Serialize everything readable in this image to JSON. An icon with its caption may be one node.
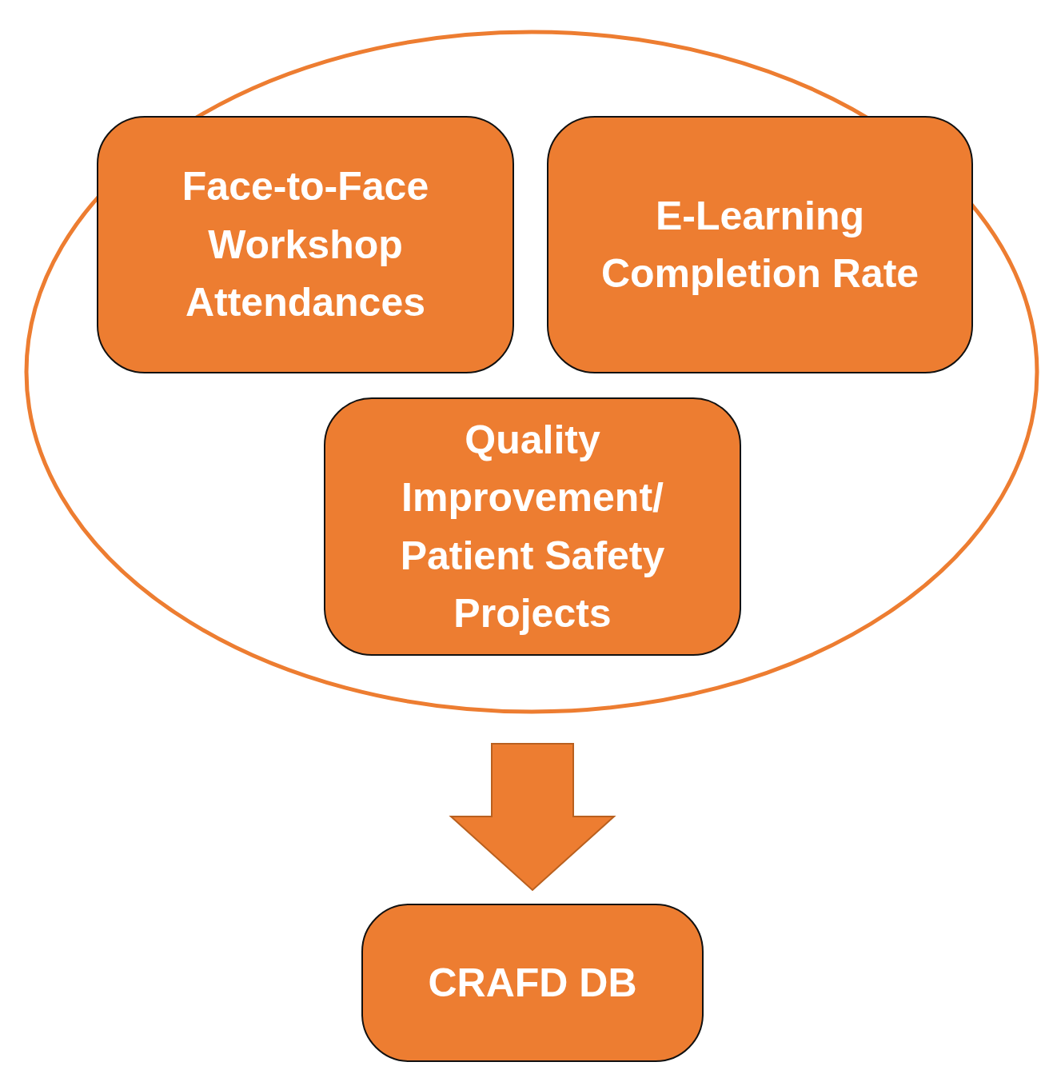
{
  "diagram": {
    "nodes": [
      {
        "text": [],
        "shape": "ellipse"
      },
      {
        "text": [
          "Face-to-Face Workshop Attendances"
        ],
        "in": 0
      },
      {
        "text": [
          "E-Learning Completion Rate"
        ],
        "in": 0
      },
      {
        "text": [
          "Quality Improvement/ Patient Safety Projects"
        ],
        "in": 0
      },
      {
        "text": [
          "CRAFD DB"
        ]
      }
    ],
    "edges": [
      {
        "from": 0,
        "to": 4,
        "arrow": "to",
        "style": "thick"
      }
    ]
  }
}
